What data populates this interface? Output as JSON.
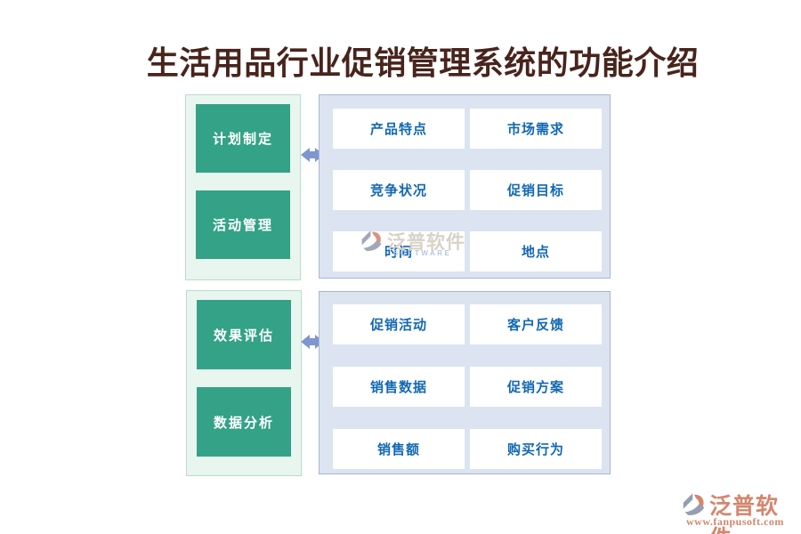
{
  "title": "生活用品行业促销管理系统的功能介绍",
  "sections": [
    {
      "left_items": [
        "计划制定",
        "活动管理"
      ],
      "right_items": [
        "产品特点",
        "市场需求",
        "竞争状况",
        "促销目标",
        "时间",
        "地点"
      ]
    },
    {
      "left_items": [
        "效果评估",
        "数据分析"
      ],
      "right_items": [
        "促销活动",
        "客户反馈",
        "销售数据",
        "促销方案",
        "销售额",
        "购买行为"
      ]
    }
  ],
  "watermarks": {
    "center": {
      "brand": "泛普软件",
      "subtitle": "SOFTWARE"
    },
    "corner": {
      "brand": "泛普软件",
      "url": "www.fanpusoft.com"
    }
  },
  "colors": {
    "title_text": "#48241c",
    "stage_green": "#34a287",
    "left_panel_bg": "#e9f5ef",
    "left_panel_border": "#b9decb",
    "right_panel_bg": "#dce4f1",
    "right_panel_border": "#a8b5d6",
    "detail_text_blue": "#1268b3",
    "arrow_blue": "#7e96cf",
    "watermark_salmon": "#d0795f",
    "watermark_gray": "#d9d2c6"
  }
}
